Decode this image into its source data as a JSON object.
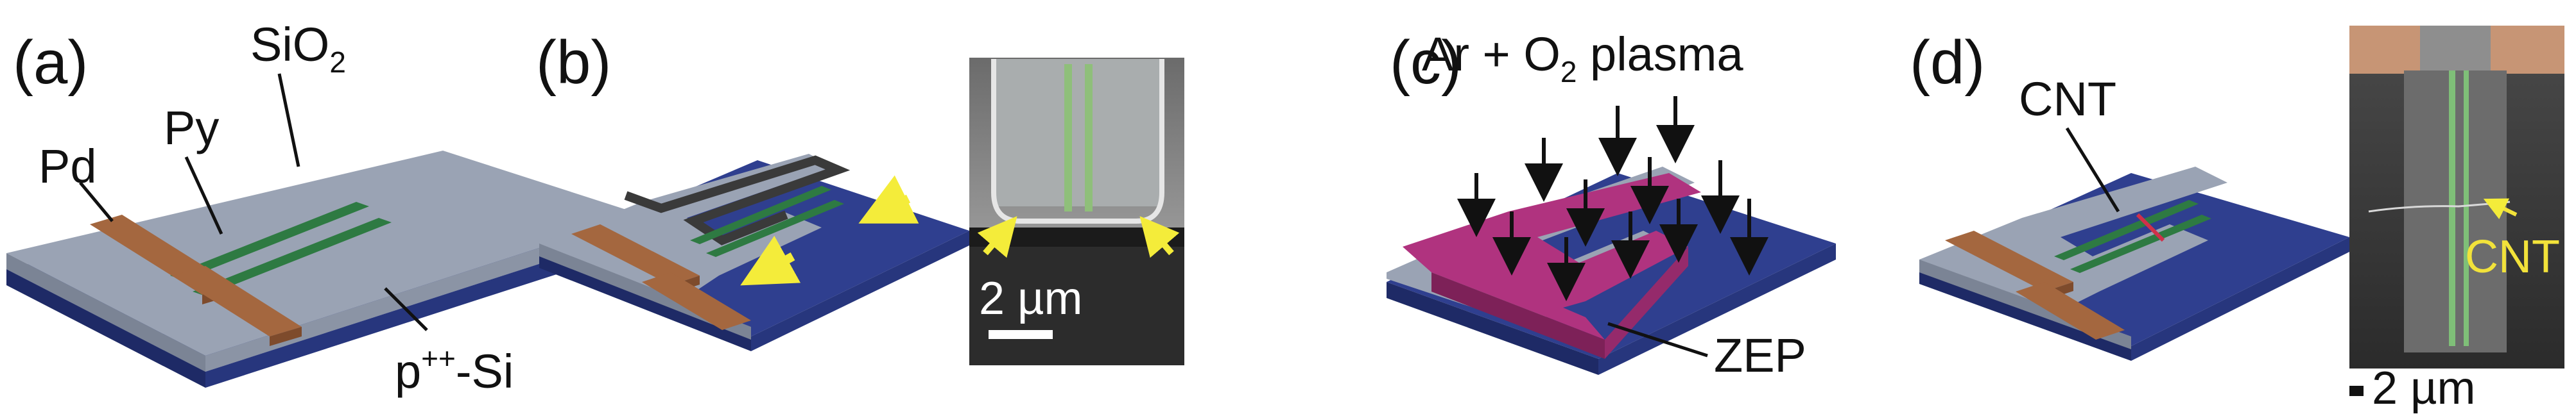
{
  "panels": [
    {
      "id": "a",
      "letter": "(a)",
      "labels": {
        "pd": "Pd",
        "py": "Py",
        "sio2_main": "SiO",
        "sio2_sub": "2",
        "si_main": "p",
        "si_sup": "++",
        "si_rest": "-Si"
      }
    },
    {
      "id": "b",
      "letter": "(b)",
      "scalebar": "2 µm"
    },
    {
      "id": "c",
      "letter": "(c)",
      "labels": {
        "plasma_pre": "Ar + O",
        "plasma_sub": "2",
        "plasma_post": " plasma",
        "zep": "ZEP"
      }
    },
    {
      "id": "d",
      "letter": "(d)",
      "labels": {
        "cnt_left": "CNT",
        "cnt_sem": "CNT"
      },
      "scalebar": "2 µm"
    }
  ],
  "colors": {
    "sio2": "#9aa3b4",
    "substrate": "#2f3f8f",
    "pd": "#a4673f",
    "py": "#2e7a42",
    "zep": "#b0337f",
    "arrow_yellow": "#f4ec3a",
    "cnt_red": "#d0304a",
    "cnt_sem_label": "#f2e23a"
  }
}
